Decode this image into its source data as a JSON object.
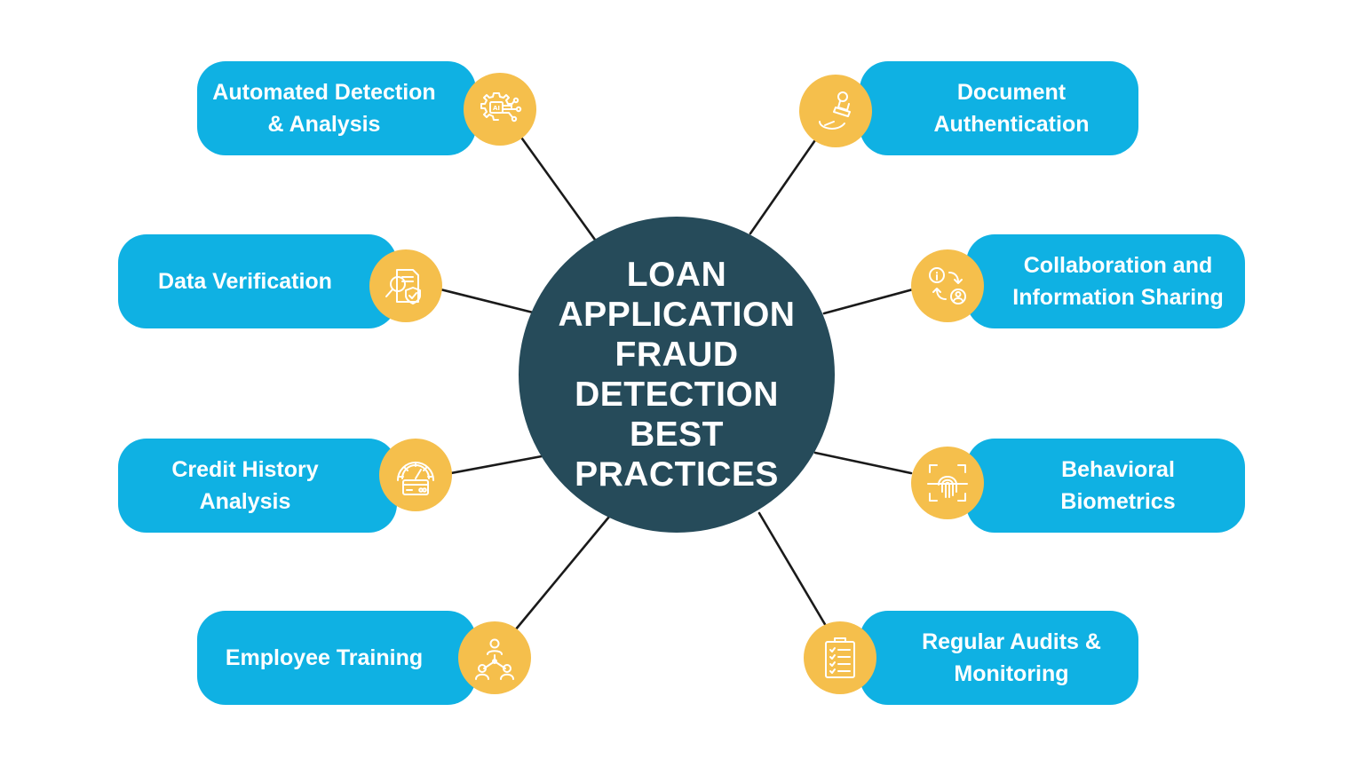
{
  "diagram": {
    "center": {
      "title": "LOAN\nAPPLICATION\nFRAUD\nDETECTION\nBEST\nPRACTICES"
    },
    "nodes": [
      {
        "label": "Automated Detection\n& Analysis",
        "icon": "ai-chip-gear-icon"
      },
      {
        "label": "Data Verification",
        "icon": "document-search-shield-icon"
      },
      {
        "label": "Credit History\nAnalysis",
        "icon": "credit-gauge-card-icon"
      },
      {
        "label": "Employee Training",
        "icon": "team-network-icon"
      },
      {
        "label": "Document\nAuthentication",
        "icon": "stamp-icon"
      },
      {
        "label": "Collaboration and\nInformation Sharing",
        "icon": "info-exchange-users-icon"
      },
      {
        "label": "Behavioral\nBiometrics",
        "icon": "fingerprint-scan-icon"
      },
      {
        "label": "Regular Audits &\nMonitoring",
        "icon": "clipboard-checklist-icon"
      }
    ],
    "colors": {
      "center": "#264b5a",
      "pill": "#0fb1e3",
      "icon_circle": "#f5bf4c",
      "connector": "#1a1a1a",
      "text": "#ffffff"
    }
  }
}
